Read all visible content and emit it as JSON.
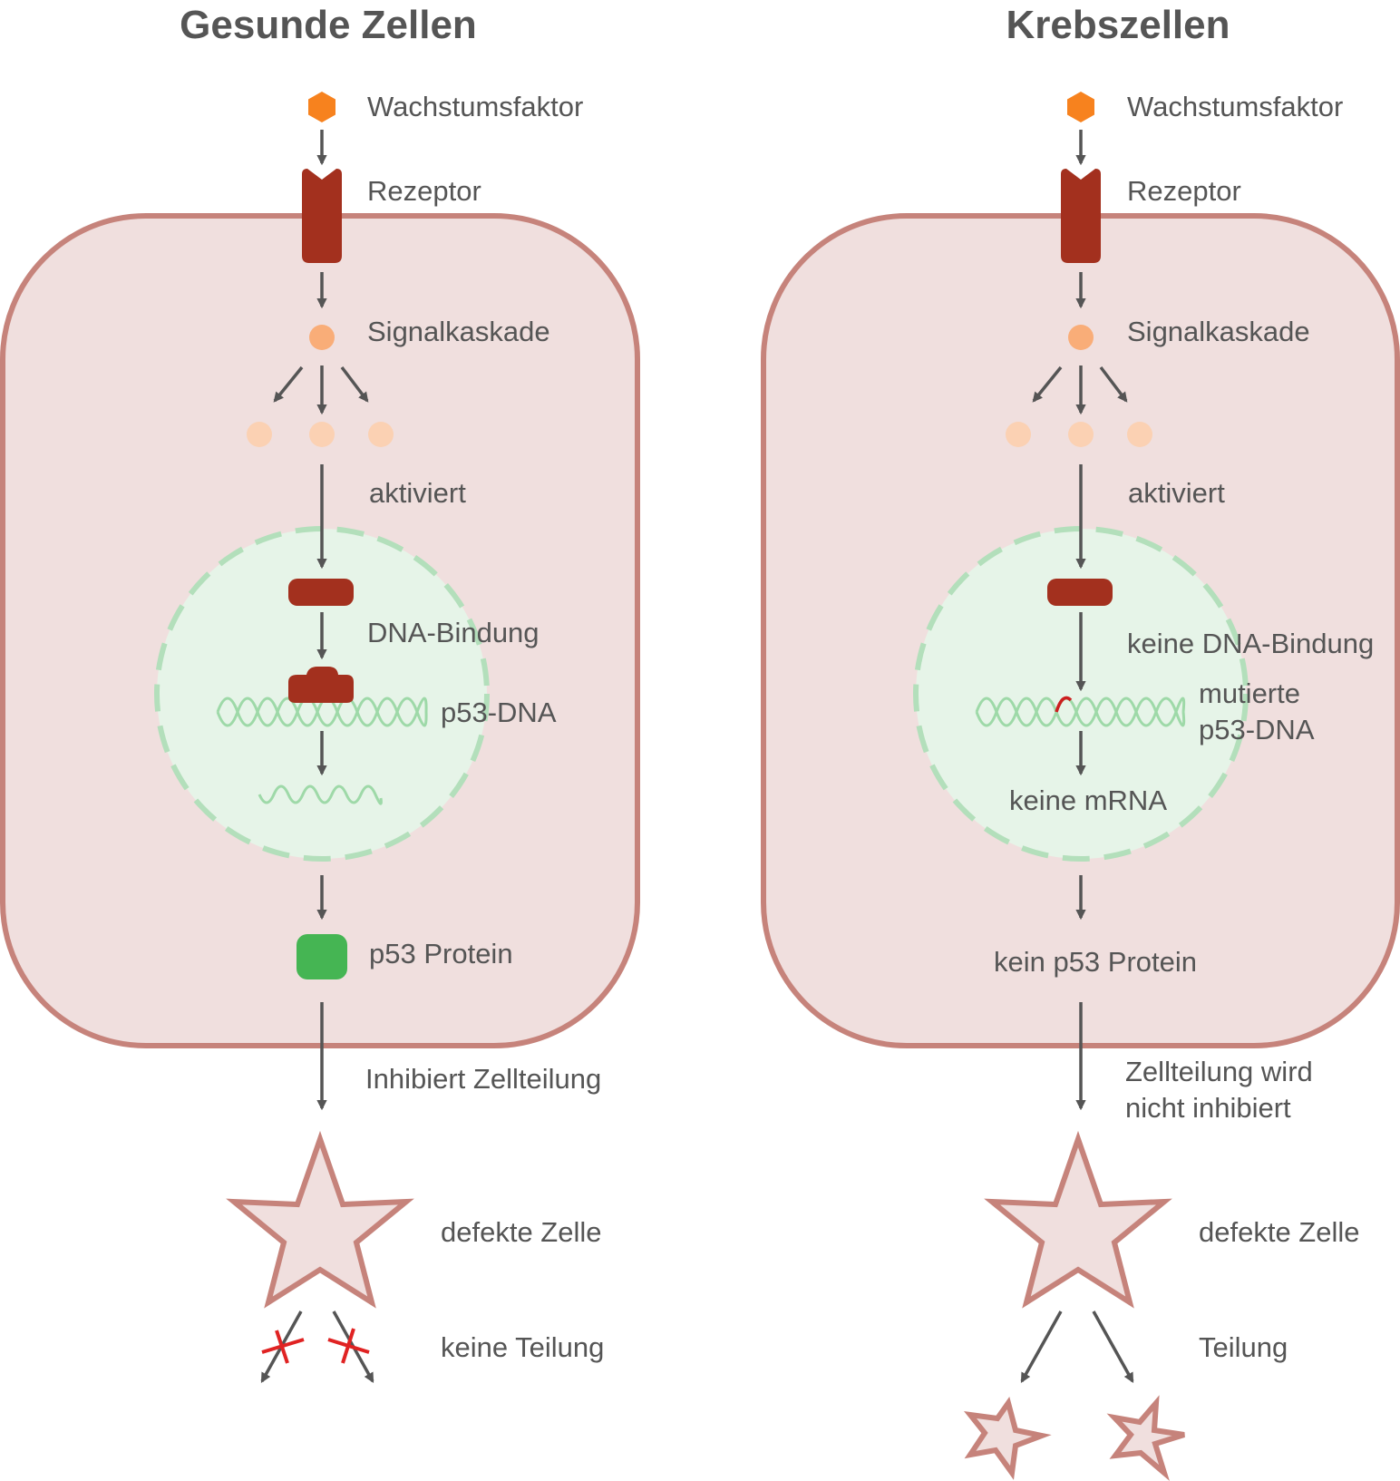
{
  "left": {
    "title": "Gesunde Zellen",
    "growth_factor": "Wachstumsfaktor",
    "receptor": "Rezeptor",
    "cascade": "Signalkaskade",
    "activated": "aktiviert",
    "dna_binding": "DNA-Bindung",
    "dna": "p53-DNA",
    "protein": "p53 Protein",
    "effect": "Inhibiert Zellteilung",
    "cell_state": "defekte Zelle",
    "division": "keine Teilung"
  },
  "right": {
    "title": "Krebszellen",
    "growth_factor": "Wachstumsfaktor",
    "receptor": "Rezeptor",
    "cascade": "Signalkaskade",
    "activated": "aktiviert",
    "dna_binding": "keine DNA-Bindung",
    "dna_line1": "mutierte",
    "dna_line2": "p53-DNA",
    "mrna": "keine mRNA",
    "protein": "kein p53 Protein",
    "effect_line1": "Zellteilung wird",
    "effect_line2": "nicht inhibiert",
    "cell_state": "defekte Zelle",
    "division": "Teilung"
  },
  "colors": {
    "cell_fill": "#f0dfde",
    "cell_stroke": "#c6837b",
    "nucleus_fill": "#e6f4e8",
    "nucleus_stroke": "#b3dfbb",
    "growth_factor": "#f7821e",
    "receptor": "#a3301e",
    "cascade_primary": "#f9ad78",
    "cascade_secondary": "#fbd1b3",
    "p53_protein": "#45b553",
    "dna": "#9ed9a8",
    "mutation": "#cc1f1f",
    "blocked": "#e02323",
    "text": "#555555"
  }
}
